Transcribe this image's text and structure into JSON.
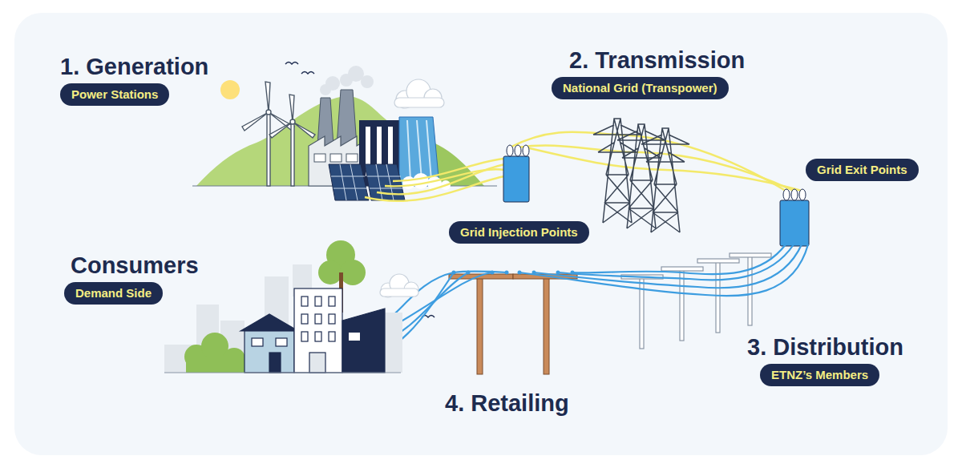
{
  "diagram": {
    "nodes": [
      {
        "text": [
          "1. Generation",
          "Power Stations"
        ]
      },
      {
        "text": [
          "2. Transmission",
          "National Grid (Transpower)"
        ]
      },
      {
        "text": [
          "Grid Injection Points"
        ]
      },
      {
        "text": [
          "Grid Exit Points"
        ]
      },
      {
        "text": [
          "Consumers",
          "Demand Side"
        ]
      },
      {
        "text": [
          "3. Distribution",
          "ETNZ’s Members"
        ]
      }
    ],
    "labels": [
      "4. Retailing"
    ]
  }
}
